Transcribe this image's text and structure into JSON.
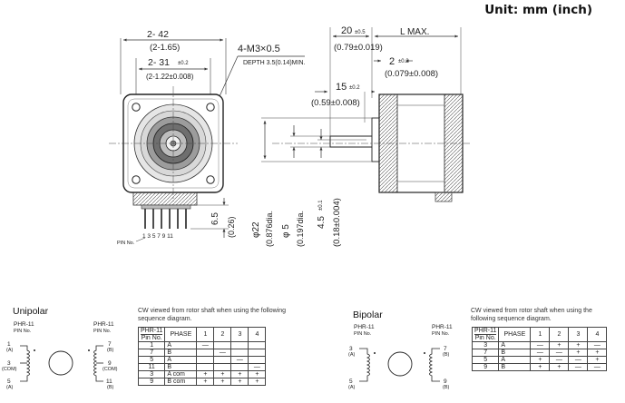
{
  "unit_label": "Unit: mm (inch)",
  "dims": {
    "width": "2- 42",
    "width_in": "(2-1.65)",
    "hole_pitch": "2- 31",
    "hole_pitch_tol": "±0.2",
    "hole_pitch_in": "(2-1.22±0.008)",
    "screw": "4-M3×0.5",
    "depth": "DEPTH 3.5(0.14)MIN.",
    "flange_len": "20",
    "flange_len_tol": "±0.5",
    "flange_len_in": "(0.79±0.019)",
    "body_len": "L MAX.",
    "pilot_depth": "2",
    "pilot_depth_tol": "±0.2",
    "pilot_depth_in": "(0.079±0.008)",
    "shaft_len": "15",
    "shaft_len_tol": "±0.2",
    "shaft_len_in": "(0.59±0.008)",
    "pin_height": "6.5",
    "pin_height_in": "(0.26)",
    "pilot_dia": "φ22",
    "pilot_dia_in": "(0.876dia.",
    "shaft_dia": "φ 5",
    "shaft_dia_in": "(0.197dia.",
    "flat": "4.5",
    "flat_tol": "±0.1",
    "flat_in": "(0.18±0.004)",
    "pin_numbers": "1 3 5 7 9 11",
    "pin_no_label": "PIN No."
  },
  "unipolar": {
    "title": "Unipolar",
    "connector": "PHR-11",
    "pin_no": "PIN No.",
    "left_pins": [
      {
        "num": "1",
        "name": "(A)"
      },
      {
        "num": "3",
        "name": "(COM)"
      },
      {
        "num": "5",
        "name": "(A)"
      }
    ],
    "right_pins": [
      {
        "num": "7",
        "name": "(B)"
      },
      {
        "num": "9",
        "name": "(COM)"
      },
      {
        "num": "11",
        "name": "(B)"
      }
    ],
    "note": "CW viewed from rotor shaft when using the following sequence diagram.",
    "table": {
      "head_pin_top": "PHR-11",
      "head_pin_bottom": "Pin No.",
      "head_phase": "PHASE",
      "steps": [
        "1",
        "2",
        "3",
        "4"
      ],
      "rows": [
        {
          "pin": "1",
          "phase": "A",
          "cells": [
            "—",
            "",
            "",
            ""
          ]
        },
        {
          "pin": "7",
          "phase": "B",
          "cells": [
            "",
            "—",
            "",
            ""
          ]
        },
        {
          "pin": "5",
          "phase": "A",
          "cells": [
            "",
            "",
            "—",
            ""
          ]
        },
        {
          "pin": "11",
          "phase": "B",
          "cells": [
            "",
            "",
            "",
            "—"
          ]
        },
        {
          "pin": "3",
          "phase": "A com",
          "cells": [
            "+",
            "+",
            "+",
            "+"
          ]
        },
        {
          "pin": "9",
          "phase": "B com",
          "cells": [
            "+",
            "+",
            "+",
            "+"
          ]
        }
      ]
    }
  },
  "bipolar": {
    "title": "Bipolar",
    "connector": "PHR-11",
    "pin_no": "PIN No.",
    "left_pins": [
      {
        "num": "3",
        "name": "(A)"
      },
      {
        "num": "5",
        "name": "(A)"
      }
    ],
    "right_pins": [
      {
        "num": "7",
        "name": "(B)"
      },
      {
        "num": "9",
        "name": "(B)"
      }
    ],
    "note": "CW viewed from rotor shaft when using the following sequence diagram.",
    "table": {
      "head_pin_top": "PHR-11",
      "head_pin_bottom": "Pin No.",
      "head_phase": "PHASE",
      "steps": [
        "1",
        "2",
        "3",
        "4"
      ],
      "rows": [
        {
          "pin": "3",
          "phase": "A",
          "cells": [
            "—",
            "+",
            "+",
            "—"
          ]
        },
        {
          "pin": "7",
          "phase": "B",
          "cells": [
            "—",
            "—",
            "+",
            "+"
          ]
        },
        {
          "pin": "5",
          "phase": "A",
          "cells": [
            "+",
            "—",
            "—",
            "+"
          ]
        },
        {
          "pin": "9",
          "phase": "B",
          "cells": [
            "+",
            "+",
            "—",
            "—"
          ]
        }
      ]
    }
  }
}
